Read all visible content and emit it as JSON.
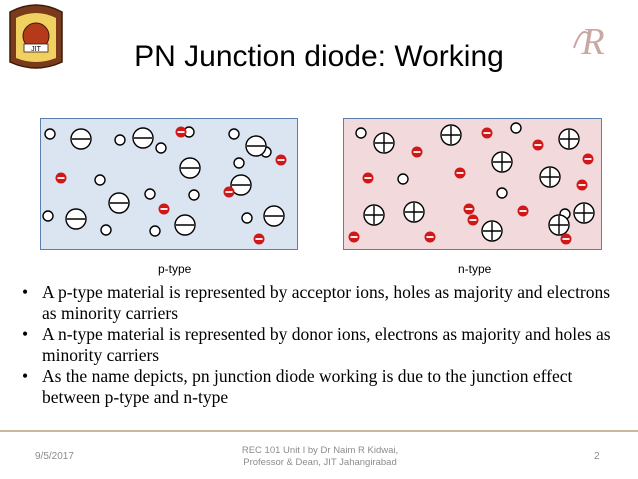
{
  "slide": {
    "title": "PN Junction diode: Working",
    "logo_left_text": "JIT",
    "logo_right_text": "R",
    "labels": {
      "p_type": "p-type",
      "n_type": "n-type"
    },
    "bullets": [
      "A p-type material is represented by acceptor ions, holes as majority and electrons as minority carriers",
      "A n-type material is represented by donor ions, electrons as majority and holes as minority carriers",
      "As the name depicts, pn junction diode working is due to the junction effect between p-type and n-type"
    ],
    "footer": {
      "date": "9/5/2017",
      "credit_line1": "REC 101 Unit I by Dr Naim R Kidwai,",
      "credit_line2": "Professor & Dean, JIT Jahangirabad",
      "page": "2"
    },
    "colors": {
      "p_fill": "#dbe4f1",
      "n_fill": "#f2d9dc",
      "electron": "#d01818",
      "border": "#5b7fb0"
    }
  }
}
